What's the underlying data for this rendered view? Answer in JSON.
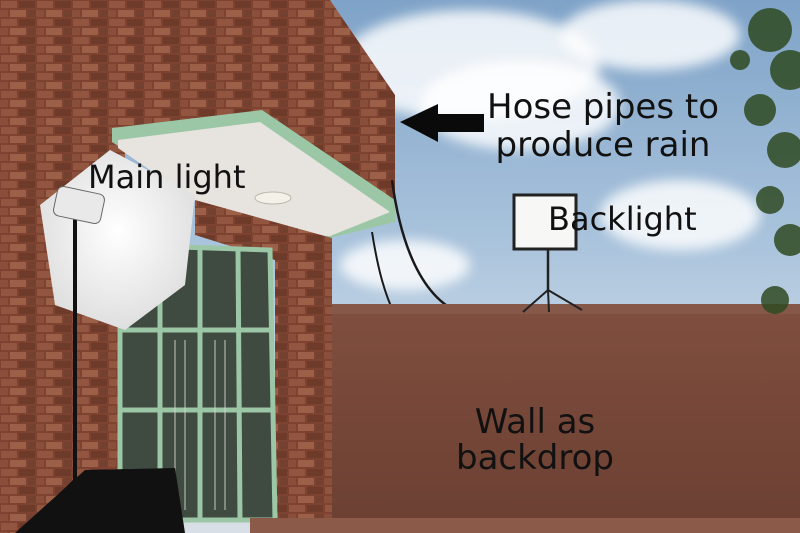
{
  "labels": {
    "hose": [
      "Hose pipes to",
      "produce rain"
    ],
    "main_light": "Main light",
    "backlight": "Backlight",
    "wall": [
      "Wall as",
      "backdrop"
    ]
  },
  "colors": {
    "brick": "#8a4a35",
    "wall": "#7a4a3a",
    "trim": "#9cc7a6",
    "sky": "#a9c3dc"
  }
}
